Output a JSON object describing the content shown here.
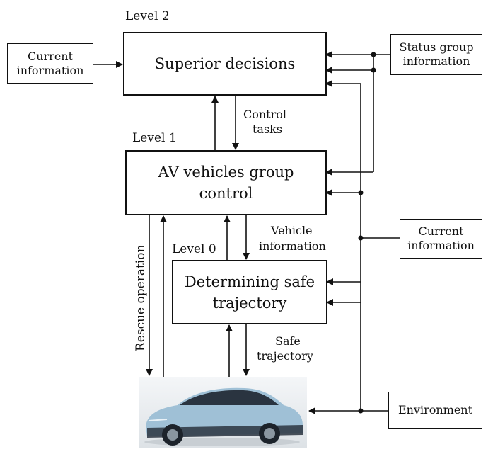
{
  "levels": {
    "level2": "Level 2",
    "level1": "Level 1",
    "level0": "Level 0"
  },
  "boxes": {
    "superior": "Superior decisions",
    "group_control_line1": "AV vehicles group",
    "group_control_line2": "control",
    "safe_traj_line1": "Determining safe",
    "safe_traj_line2": "trajectory"
  },
  "inputs": {
    "current_info_left_line1": "Current",
    "current_info_left_line2": "information",
    "status_group_line1": "Status group",
    "status_group_line2": "information",
    "current_info_right_line1": "Current",
    "current_info_right_line2": "information",
    "environment": "Environment"
  },
  "arrow_labels": {
    "control_tasks_line1": "Control",
    "control_tasks_line2": "tasks",
    "vehicle_info_line1": "Vehicle",
    "vehicle_info_line2": "information",
    "safe_traj_line1": "Safe",
    "safe_traj_line2": "trajectory",
    "rescue": "Rescue operation"
  },
  "colors": {
    "line": "#111111",
    "car_body": "#9fc0d6",
    "car_dark": "#2a3440"
  }
}
